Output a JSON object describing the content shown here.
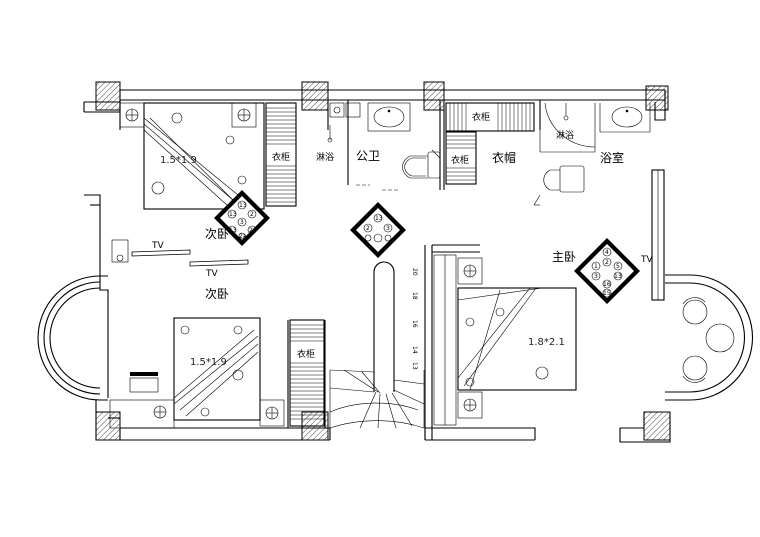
{
  "rooms": {
    "secondary_bedroom_1": "次卧",
    "secondary_bedroom_2": "次卧",
    "master_bedroom": "主卧",
    "public_bath": "公卫",
    "closet": "衣帽",
    "bathroom": "浴室"
  },
  "fixtures": {
    "wardrobe_1": "衣柜",
    "wardrobe_2": "衣柜",
    "wardrobe_3": "衣柜",
    "wardrobe_4": "衣柜",
    "shower_1": "淋浴",
    "shower_2": "淋浴",
    "tv_1": "TV",
    "tv_2": "TV",
    "tv_3": "TV"
  },
  "beds": {
    "bed_1": "1.5*1.9",
    "bed_2": "1.5*1.9",
    "bed_3": "1.8*2.1"
  },
  "stair_steps": [
    "20",
    "18",
    "16",
    "14",
    "13"
  ],
  "outlet_symbols": {
    "diamond_a": [
      "13",
      "13",
      "2",
      "3",
      "13",
      "2a",
      "2a"
    ],
    "diamond_b": [
      "13",
      "2",
      "3"
    ],
    "diamond_c": [
      "4",
      "2",
      "1",
      "3",
      "5",
      "13",
      "16",
      "15"
    ]
  }
}
